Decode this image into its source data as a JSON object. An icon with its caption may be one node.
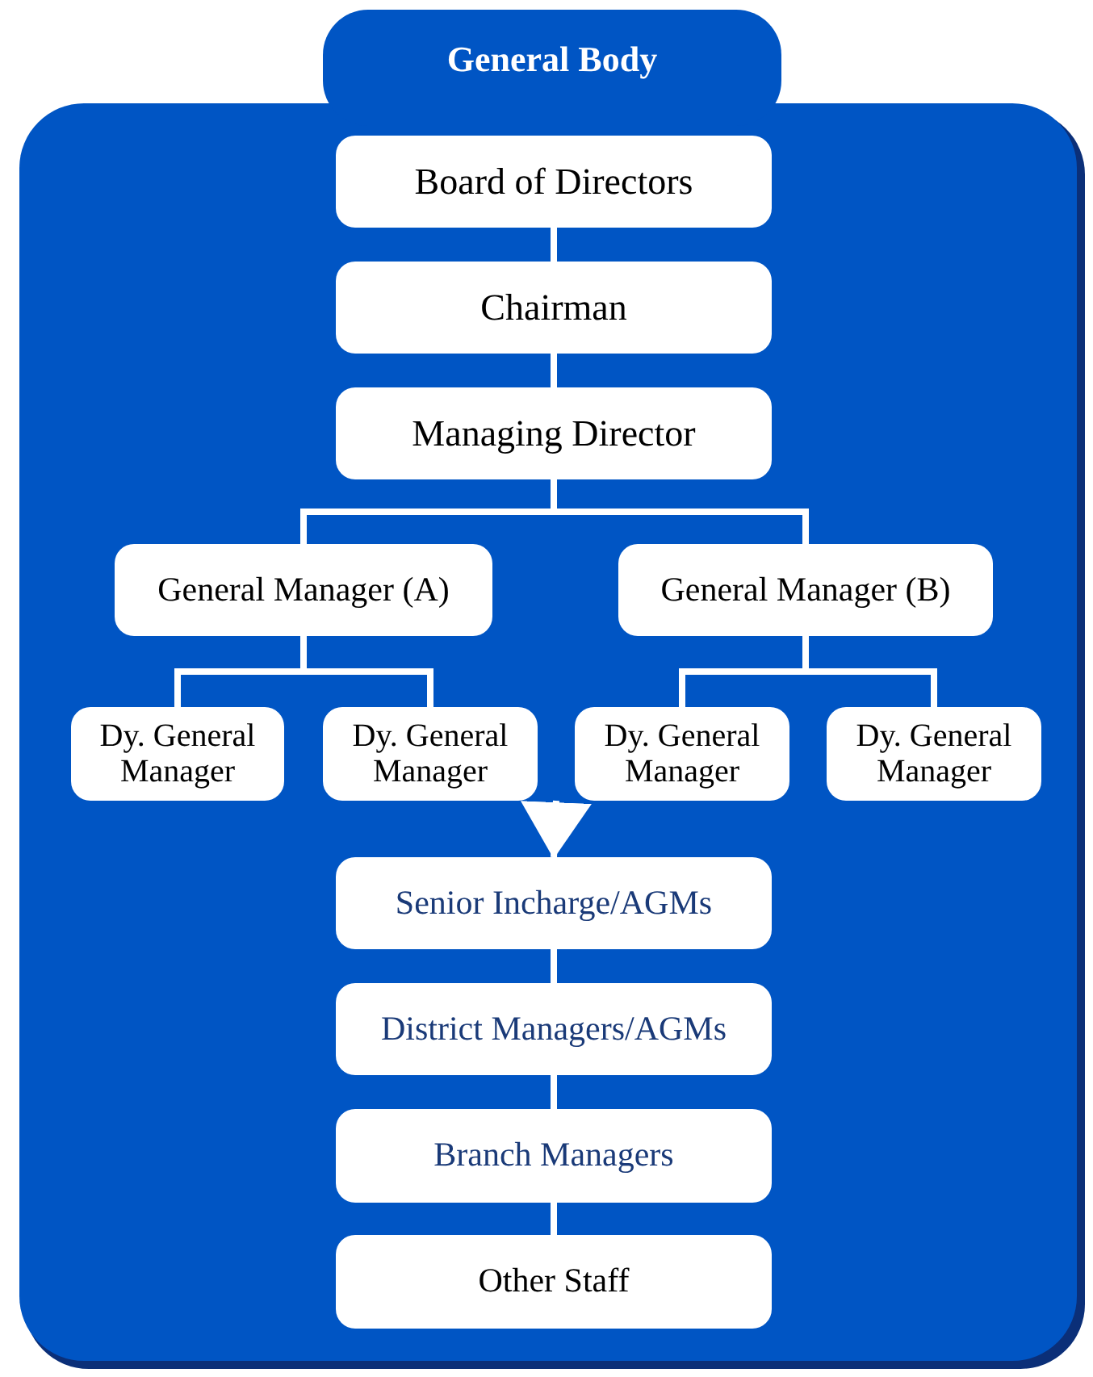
{
  "diagram": {
    "nodes": [
      {
        "text": [
          "General Body"
        ]
      },
      {
        "text": [
          "Board of Directors"
        ],
        "in": 0
      },
      {
        "text": [
          "Chairman"
        ],
        "in": 0
      },
      {
        "text": [
          "Managing Director"
        ],
        "in": 0
      },
      {
        "text": [
          "General Manager (A)"
        ],
        "in": 0
      },
      {
        "text": [
          "General Manager (B)"
        ],
        "in": 0
      },
      {
        "text": [
          "Dy. General Manager"
        ],
        "in": 0
      },
      {
        "text": [
          "Dy. General Manager"
        ],
        "in": 0
      },
      {
        "text": [
          "Dy. General Manager"
        ],
        "in": 0
      },
      {
        "text": [
          "Dy. General Manager"
        ],
        "in": 0
      },
      {
        "text": [
          "Senior Incharge/AGMs"
        ],
        "in": 0
      },
      {
        "text": [
          "District Managers/AGMs"
        ],
        "in": 0
      },
      {
        "text": [
          "Branch Managers"
        ],
        "in": 0
      },
      {
        "text": [
          "Other Staff"
        ],
        "in": 0
      }
    ],
    "edges": [
      {
        "from": 1,
        "to": 2,
        "arrow": "none"
      },
      {
        "from": 2,
        "to": 3,
        "arrow": "none"
      },
      {
        "from": 3,
        "to": 4,
        "arrow": "none"
      },
      {
        "from": 3,
        "to": 5,
        "arrow": "none"
      },
      {
        "from": 4,
        "to": 6,
        "arrow": "none"
      },
      {
        "from": 4,
        "to": 7,
        "arrow": "none"
      },
      {
        "from": 5,
        "to": 8,
        "arrow": "none"
      },
      {
        "from": 5,
        "to": 9,
        "arrow": "none"
      },
      {
        "from": 7,
        "to": 10,
        "arrow": "to"
      },
      {
        "from": 8,
        "to": 10,
        "arrow": "to"
      },
      {
        "from": 10,
        "to": 11,
        "arrow": "none"
      },
      {
        "from": 11,
        "to": 12,
        "arrow": "none"
      },
      {
        "from": 12,
        "to": 13,
        "arrow": "none"
      }
    ]
  }
}
